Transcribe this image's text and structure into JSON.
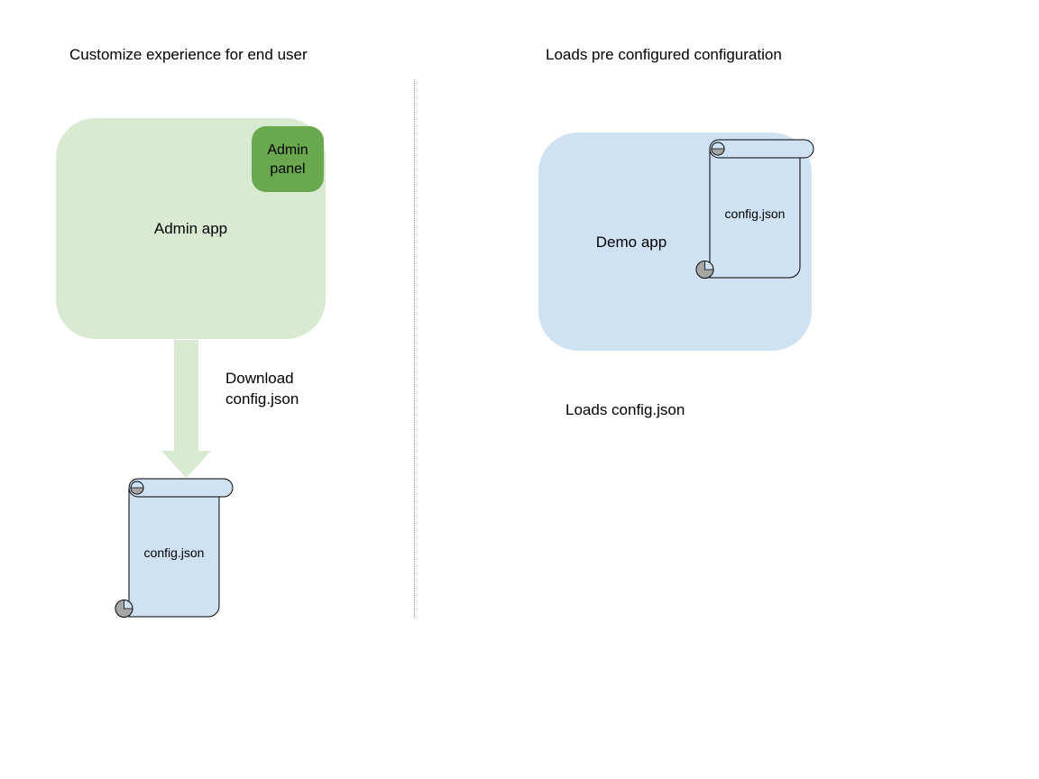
{
  "colors": {
    "bg": "#ffffff",
    "green-light": "#d9ead3",
    "green-dark": "#6aa84f",
    "blue-light": "#cfe2f3",
    "curl-gray": "#a6a6a6",
    "outline": "#000000",
    "divider-gray": "#909090",
    "text": "#000000"
  },
  "left": {
    "title": "Customize experience for end user",
    "admin_app_label": "Admin app",
    "admin_panel_label": "Admin panel",
    "arrow_label": "Download config.json",
    "scroll_label": "config.json"
  },
  "right": {
    "title": "Loads pre configured configuration",
    "demo_app_label": "Demo app",
    "scroll_label": "config.json",
    "caption": "Loads config.json"
  }
}
